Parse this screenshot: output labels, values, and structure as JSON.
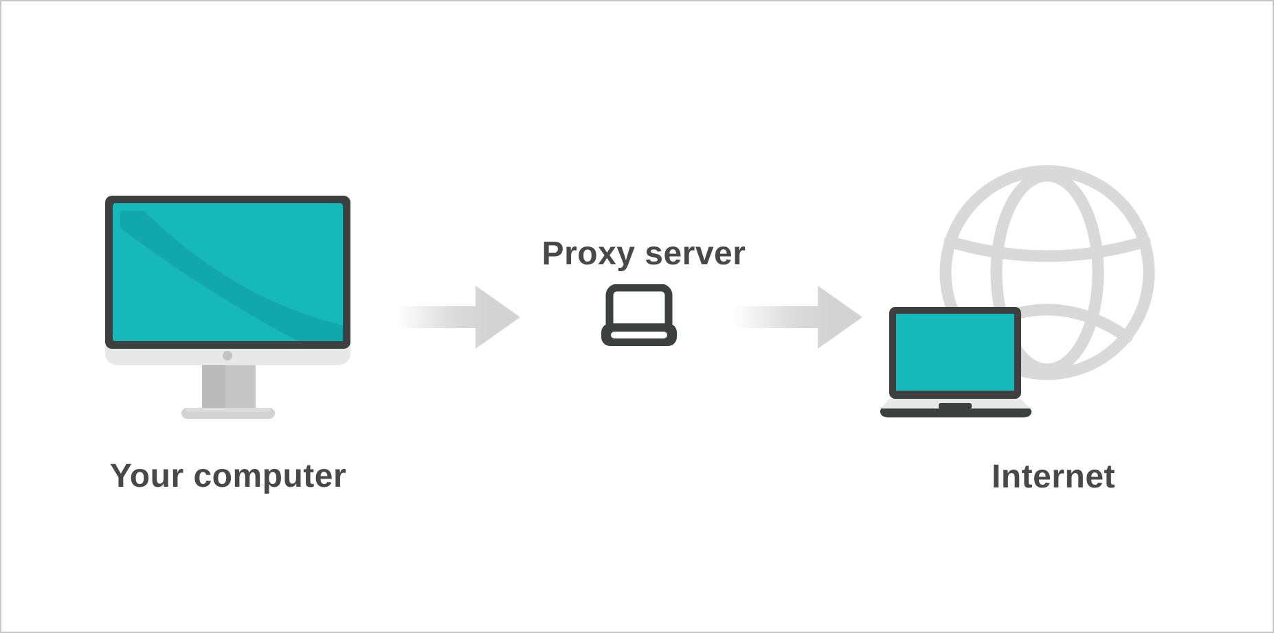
{
  "diagram": {
    "nodes": [
      {
        "id": "your-computer",
        "label": "Your computer",
        "icon": "desktop-computer-icon"
      },
      {
        "id": "proxy-server",
        "label": "Proxy server",
        "icon": "laptop-outline-icon"
      },
      {
        "id": "internet",
        "label": "Internet",
        "icon": "laptop-globe-icon"
      }
    ],
    "connections": [
      {
        "from": "your-computer",
        "to": "proxy-server",
        "type": "arrow-right"
      },
      {
        "from": "proxy-server",
        "to": "internet",
        "type": "arrow-right"
      }
    ]
  },
  "colors": {
    "screen_teal": "#17b8ba",
    "screen_teal_dark": "#12a7ac",
    "device_dark": "#3e4040",
    "label_text": "#484848",
    "globe_gray": "#d9d9d9",
    "arrow_gray": "#d3d3d3",
    "chin_gray": "#e8e8e8",
    "stand_gray": "#c6c6c6",
    "base_gray": "#d2d2d2",
    "canvas_border": "#c6c6c6",
    "background": "#ffffff"
  }
}
